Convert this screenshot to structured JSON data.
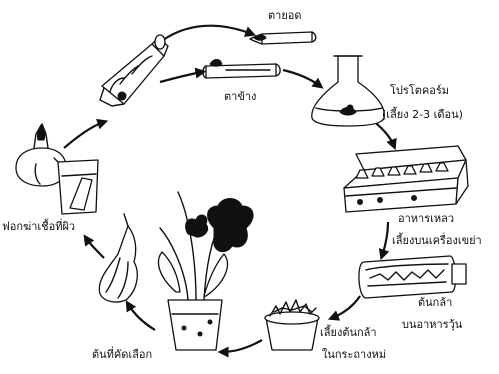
{
  "labels": {
    "terminal_bud": "ตายอด",
    "lateral_bud": "ตาข้าง",
    "protocorm": "โปรโตคอร์ม",
    "protocorm_duration": "(เลี้ยง 2-3 เดือน)",
    "liquid_medium": "อาหารเหลว",
    "shaker_culture": "เลี้ยงบนเครื่องเขย่า",
    "plantlet": "ต้นกล้า",
    "on_agar": "บนอาหารวุ้น",
    "nursery_line1": "เลี้ยงต้นกล้า",
    "nursery_line2": "ในกระถางหม่",
    "selected_plant": "ต้นที่คัดเลือก",
    "sterilize": "ฟอกฆ่าเชื้อที่ผิว"
  }
}
